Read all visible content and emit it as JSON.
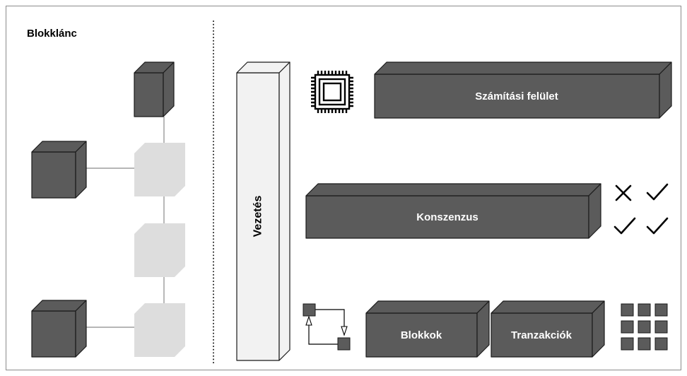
{
  "title": "Blokklánc",
  "layers": {
    "governance": "Vezetés",
    "computing_surface": "Számítási felület",
    "consensus": "Konszenzus",
    "blocks": "Blokkok",
    "transactions": "Tranzakciók"
  },
  "icons": {
    "computing_surface": "processor-chip-icon",
    "consensus": [
      "cross-icon",
      "check-icon",
      "check-icon",
      "check-icon"
    ],
    "blocks": "block-flow-icon",
    "transactions": "transaction-grid-icon"
  },
  "colors": {
    "dark_block": "#5b5b5b",
    "light_block": "#dddddd",
    "governance_column": "#f2f2f2",
    "outline": "#1a1a1a",
    "label_text": "#ffffff"
  }
}
